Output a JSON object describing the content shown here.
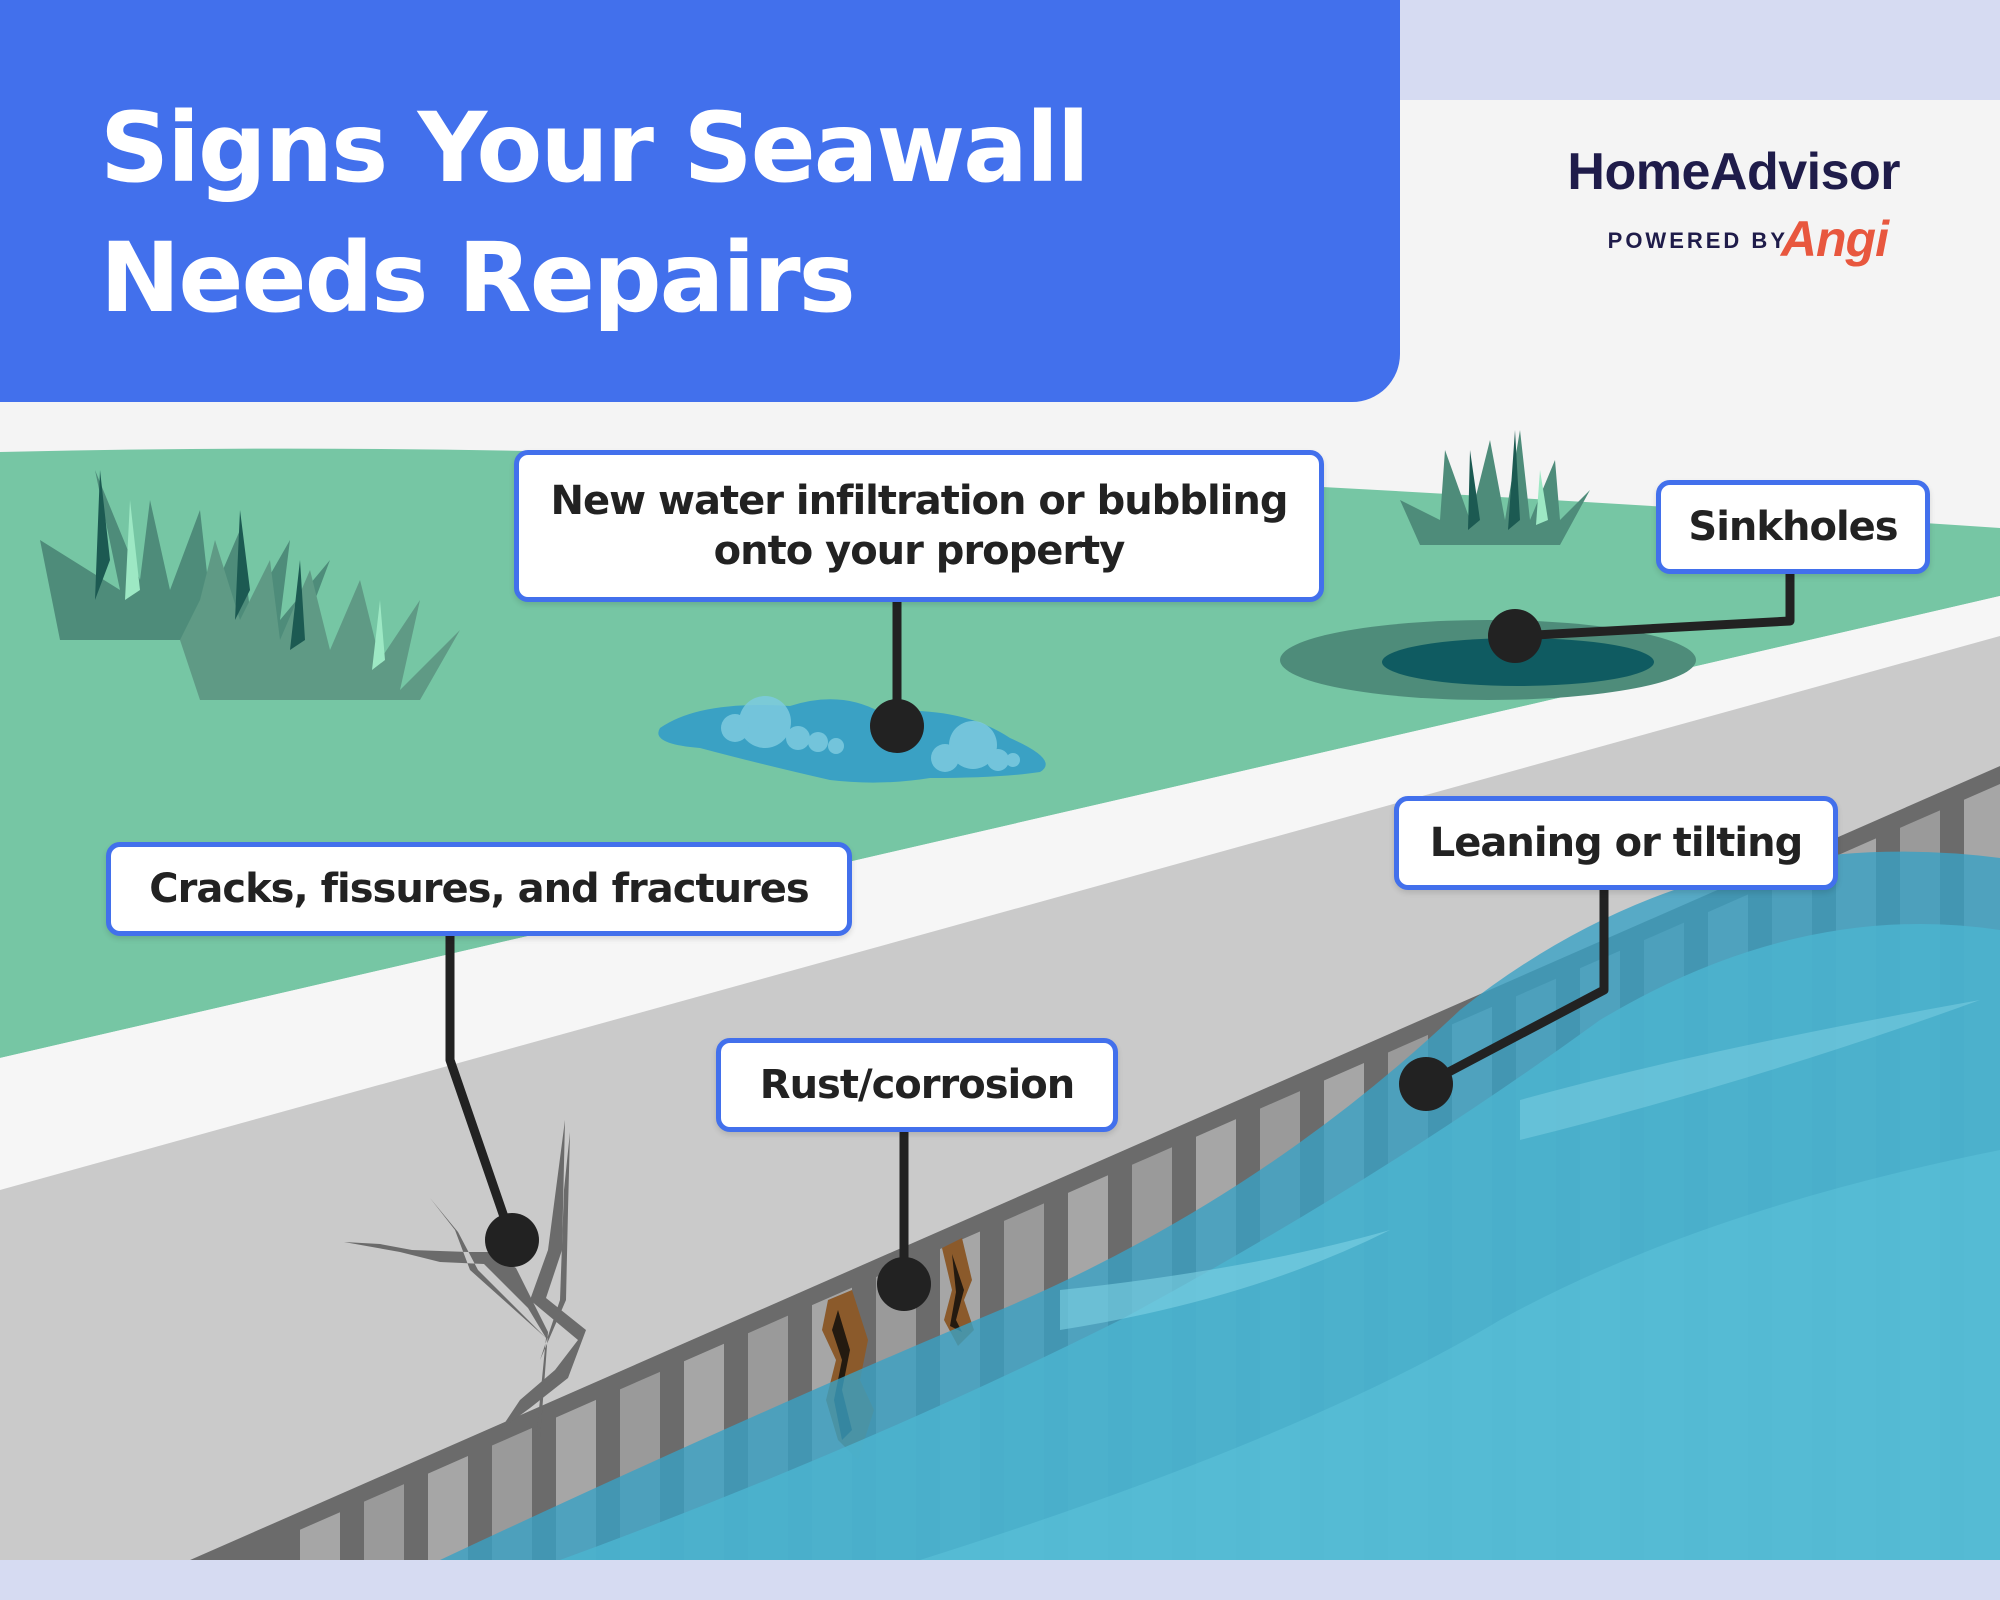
{
  "title": {
    "line1": "Signs Your Seawall",
    "line2": "Needs Repairs"
  },
  "brand": {
    "name": "HomeAdvisor",
    "powered_by": "POWERED BY",
    "partner": "Angi"
  },
  "callouts": {
    "infiltration": {
      "line1": "New water infiltration or bubbling",
      "line2": "onto your property"
    },
    "sinkholes": {
      "text": "Sinkholes"
    },
    "cracks": {
      "text": "Cracks, fissures, and fractures"
    },
    "leaning": {
      "text": "Leaning or tilting"
    },
    "rust": {
      "text": "Rust/corrosion"
    }
  },
  "colors": {
    "title_blue": "#4270ec",
    "lawn": "#76c6a4",
    "concrete": "#cacaca",
    "seawall": "#6b6b6b",
    "water": "#4bb4cf",
    "rust": "#8b5a2b",
    "brand_navy": "#1f1c4a",
    "brand_orange": "#e8573e"
  }
}
